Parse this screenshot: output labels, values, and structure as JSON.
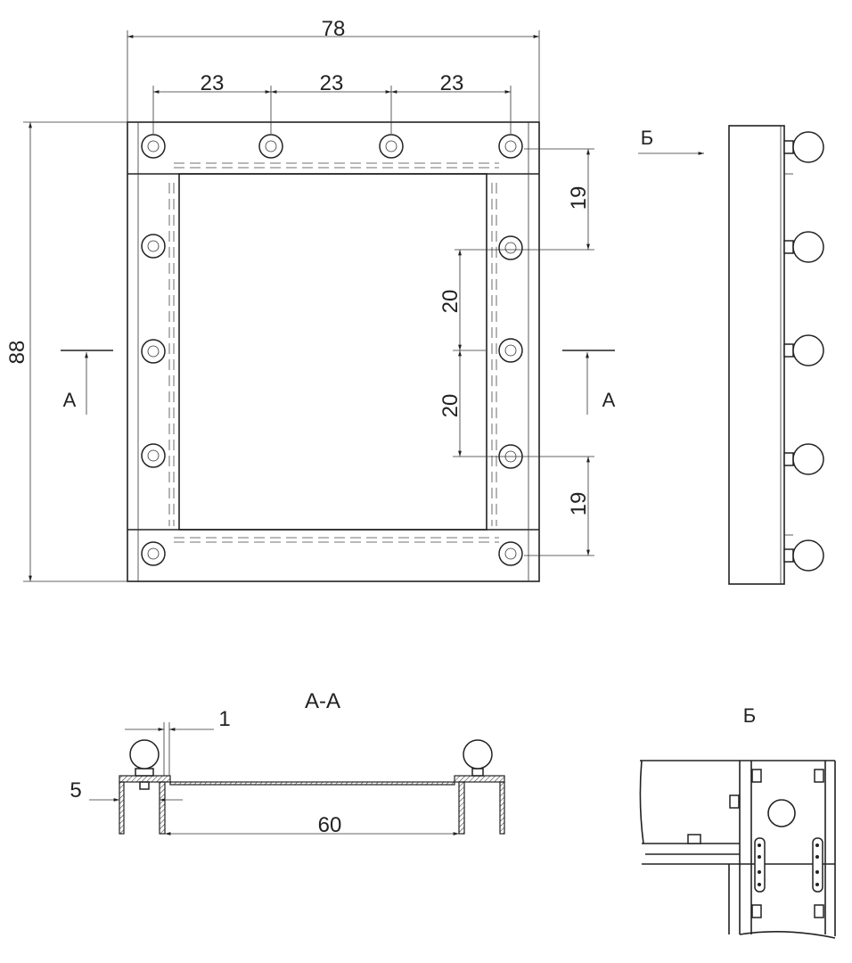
{
  "drawing": {
    "front_view": {
      "dim_width": "78",
      "dim_spacing": [
        "23",
        "23",
        "23"
      ],
      "dim_height": "88",
      "dim_right": [
        "19",
        "20",
        "20",
        "19"
      ],
      "section_marks": [
        "A",
        "A"
      ]
    },
    "side_view": {
      "view_arrow_label": "Б"
    },
    "section": {
      "title": "A-A",
      "dim_gap": "1",
      "dim_depth": "5",
      "dim_span": "60"
    },
    "detail": {
      "title": "Б"
    }
  }
}
